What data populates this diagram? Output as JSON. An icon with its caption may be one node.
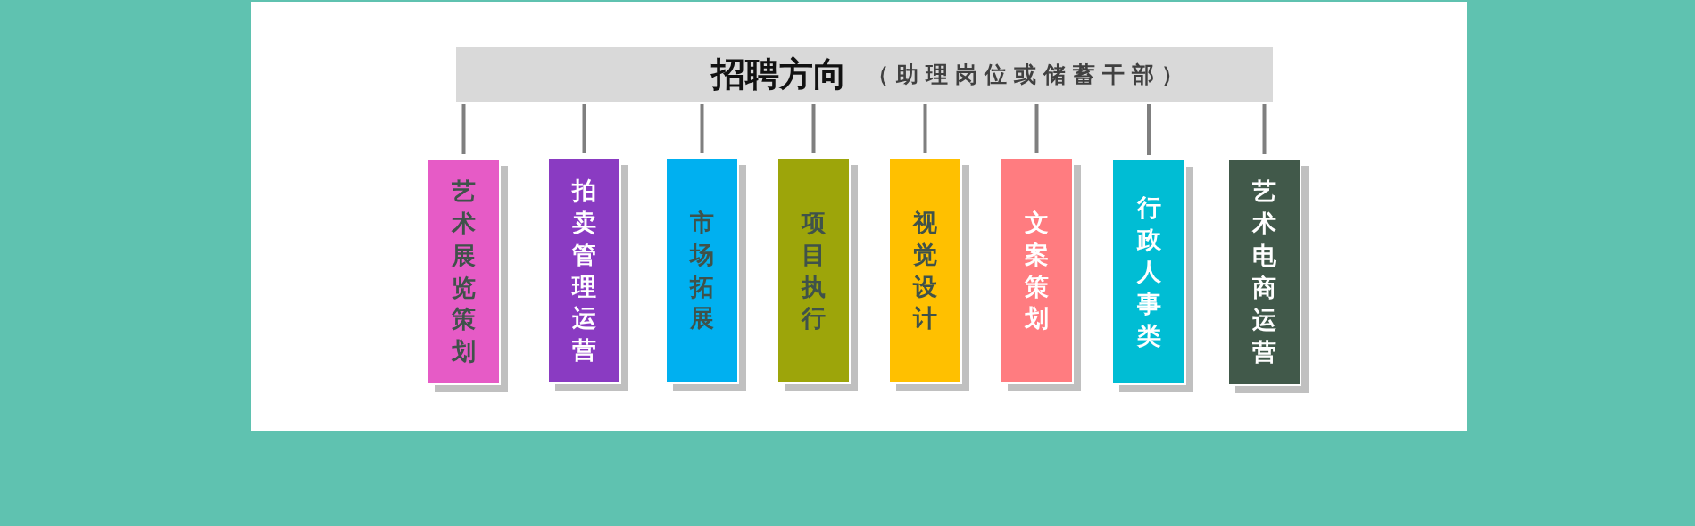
{
  "diagram": {
    "nodes": [
      {
        "text": [
          "招聘方向",
          "（助理岗位或储蓄干部）"
        ]
      },
      {
        "text": [
          "艺术展览策划"
        ]
      },
      {
        "text": [
          "拍卖管理运营"
        ]
      },
      {
        "text": [
          "市场拓展"
        ]
      },
      {
        "text": [
          "项目执行"
        ]
      },
      {
        "text": [
          "视觉设计"
        ]
      },
      {
        "text": [
          "文案策划"
        ]
      },
      {
        "text": [
          "行政人事类"
        ]
      },
      {
        "text": [
          "艺术电商运营"
        ]
      }
    ],
    "edges": [
      {
        "from": 0,
        "to": 1,
        "arrow": "none"
      },
      {
        "from": 0,
        "to": 2,
        "arrow": "none"
      },
      {
        "from": 0,
        "to": 3,
        "arrow": "none"
      },
      {
        "from": 0,
        "to": 4,
        "arrow": "none"
      },
      {
        "from": 0,
        "to": 5,
        "arrow": "none"
      },
      {
        "from": 0,
        "to": 6,
        "arrow": "none"
      },
      {
        "from": 0,
        "to": 7,
        "arrow": "none"
      },
      {
        "from": 0,
        "to": 8,
        "arrow": "none"
      }
    ]
  }
}
